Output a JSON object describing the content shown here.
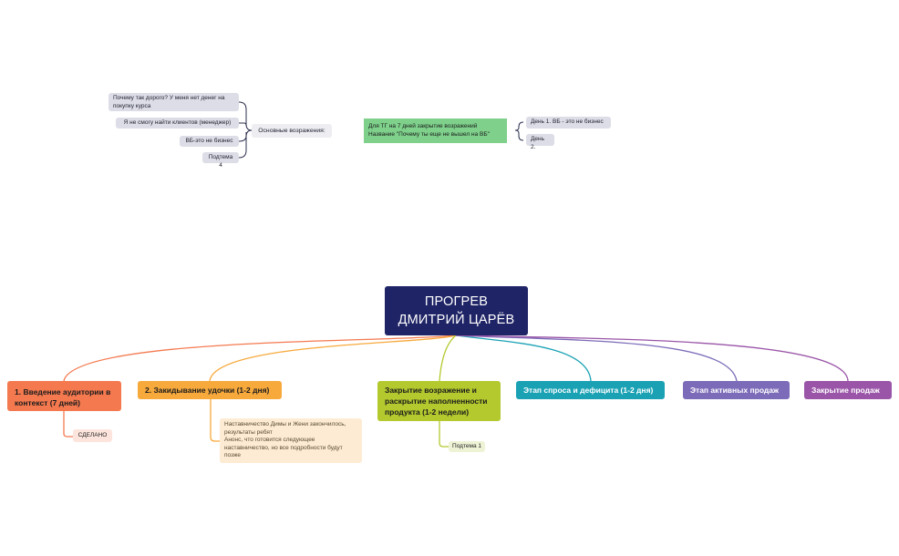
{
  "colors": {
    "root": "#1f2466",
    "branch_1": "#f4794f",
    "branch_2": "#f7a93c",
    "branch_3": "#b4c92e",
    "branch_4": "#1aa2b4",
    "branch_5": "#7c6bb8",
    "branch_6": "#9a55a8",
    "floating_topic": "#dcdde6",
    "tg_topic": "#7ed08b"
  },
  "root": {
    "line1": "ПРОГРЕВ",
    "line2": "ДМИТРИЙ ЦАРЁВ"
  },
  "branches": [
    {
      "label": "1. Введение аудитории в контекст (7 дней)",
      "children": [
        "СДЕЛАНО"
      ]
    },
    {
      "label": "2. Закидывание удочки (1-2 дня)",
      "children": [
        {
          "line1": "Наставничество Димы и Жени закончилось, результаты ребят",
          "line2": "Анонс, что готовится следующее наставничество, но все подробности будут позже"
        }
      ]
    },
    {
      "label": "Закрытие возражение и раскрытие наполненности продукта (1-2 недели)",
      "children": [
        "Подтема 1"
      ]
    },
    {
      "label": "Этап спроса и дефицита (1-2 дня)"
    },
    {
      "label": "Этап активных продаж"
    },
    {
      "label": "Закрытие продаж"
    }
  ],
  "objections": {
    "title": "Основные возражения:",
    "items": [
      "Почему так дорого? У меня нет денег на покупку курса",
      "Я не смогу найти клиентов (менеджер)",
      "ВБ-это не бизнес",
      "Подтема 4"
    ]
  },
  "tg_plan": {
    "line1": "Для ТГ на 7 дней закрытие возражений",
    "line2": "Название \"Почему ты еще не вышел на ВБ\"",
    "days": [
      "День 1. ВБ - это не бизнес",
      "День 2."
    ]
  }
}
